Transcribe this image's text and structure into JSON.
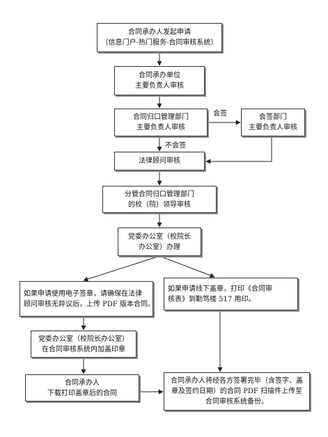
{
  "nodes": {
    "start": [
      "合同承办人发起申请",
      "（信息门户-热门服务-合同审核系统）"
    ],
    "dept_head": [
      "合同承办单位",
      "主要负责人审核"
    ],
    "mgmt_head": [
      "合同归口管理部门",
      "主要负责人审核"
    ],
    "cosign": [
      "会签部门",
      "主要负责人审核"
    ],
    "legal": [
      "法律顾问审核"
    ],
    "leader": [
      "分管合同归口管理部门",
      "的校（院）领导审核"
    ],
    "office": [
      "党委办公室（校院长",
      "办公室）办理"
    ],
    "esign": [
      "如果申请使用电子签章，请确保在法律",
      "顾问审核无异议后，上传 PDF 版本合同。"
    ],
    "offline": [
      "如果申请线下盖章，打印《合同审",
      "核表》到勤笃楼 517 用印。"
    ],
    "stamp": [
      "党委办公室（校院长办公室）",
      "在合同审核系统内加盖印章"
    ],
    "download": [
      "合同承办人",
      "下载打印盖章后的合同"
    ],
    "archive": [
      "合同承办人将经各方签署完毕（含签字、盖",
      "章及签约日期）的合同 PDF 扫描件上传至",
      "合同审核系统备份。"
    ]
  },
  "labels": {
    "cosign": "会签",
    "no_cosign": "不会签"
  },
  "colors": {
    "stroke": "#333333",
    "shadow": "#8a8a8a"
  }
}
